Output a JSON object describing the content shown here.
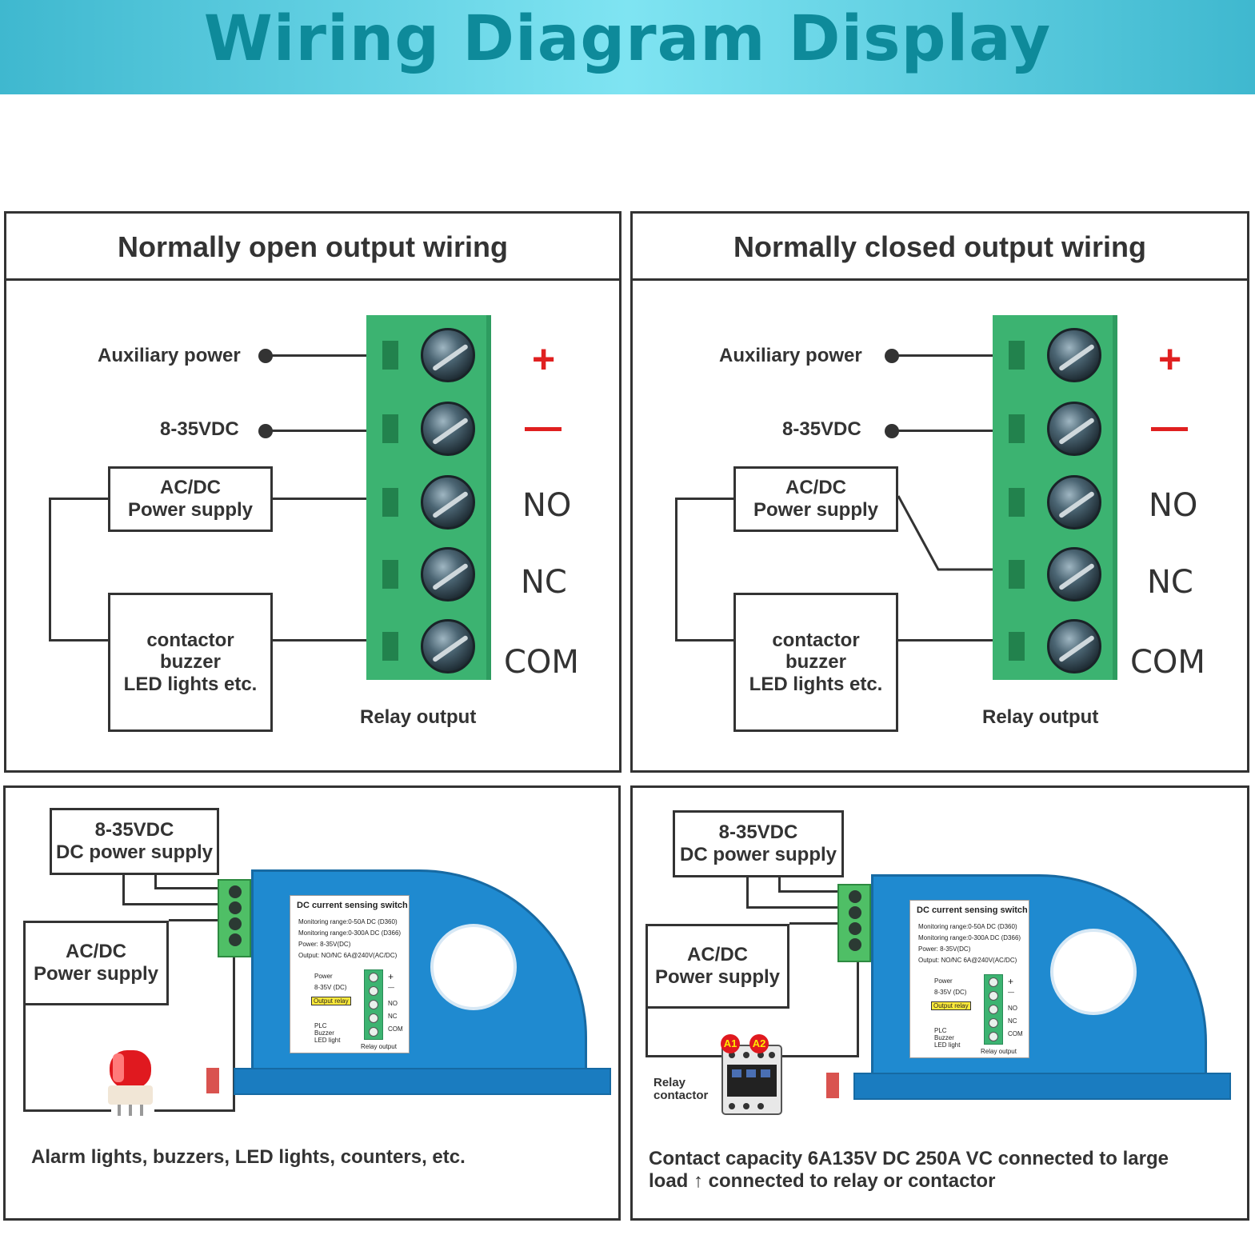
{
  "banner": {
    "title": "Wiring Diagram Display"
  },
  "panel_no": {
    "title": "Normally open output wiring",
    "aux_power": "Auxiliary power",
    "voltage": "8-35VDC",
    "psu_line1": "AC/DC",
    "psu_line2": "Power supply",
    "load_line1": "contactor",
    "load_line2": "buzzer",
    "load_line3": "LED lights etc.",
    "terminal_no": "NO",
    "terminal_nc": "NC",
    "terminal_com": "COM",
    "relay_output": "Relay output"
  },
  "panel_nc": {
    "title": "Normally closed output wiring",
    "aux_power": "Auxiliary power",
    "voltage": "8-35VDC",
    "psu_line1": "AC/DC",
    "psu_line2": "Power supply",
    "load_line1": "contactor",
    "load_line2": "buzzer",
    "load_line3": "LED lights etc.",
    "terminal_no": "NO",
    "terminal_nc": "NC",
    "terminal_com": "COM",
    "relay_output": "Relay output"
  },
  "panel_alarm": {
    "dc_line1": "8-35VDC",
    "dc_line2": "DC power supply",
    "psu_line1": "AC/DC",
    "psu_line2": "Power supply",
    "caption": "Alarm lights, buzzers, LED lights, counters, etc."
  },
  "panel_contactor": {
    "dc_line1": "8-35VDC",
    "dc_line2": "DC power supply",
    "psu_line1": "AC/DC",
    "psu_line2": "Power supply",
    "relay_line1": "Relay",
    "relay_line2": "contactor",
    "a1": "A1",
    "a2": "A2",
    "caption_line1": "Contact capacity 6A135V DC 250A VC connected to large",
    "caption_line2": "load ↑ connected to relay or contactor"
  },
  "device_label": {
    "title": "DC current sensing switch",
    "line1": "Monitoring range:0-50A   DC (D360)",
    "line2": "Monitoring range:0-300A  DC (D366)",
    "line3": "Power: 8-35V(DC)",
    "line4": "Output: NO/NC  6A@240V(AC/DC)",
    "power": "Power",
    "voltage": "8-35V (DC)",
    "output_relay": "Output relay",
    "plc": "PLC",
    "buzzer": "Buzzer",
    "led": "LED light",
    "relay_output": "Relay output",
    "no": "NO",
    "nc": "NC",
    "com": "COM",
    "plus": "+",
    "minus": "—"
  },
  "colors": {
    "banner": "#3fb8cf",
    "banner_text": "#0e8a9a",
    "terminal_green": "#3cb371",
    "polarity_red": "#e02020",
    "device_blue": "#1f8ad0"
  },
  "symbols": {
    "plus": "+"
  }
}
